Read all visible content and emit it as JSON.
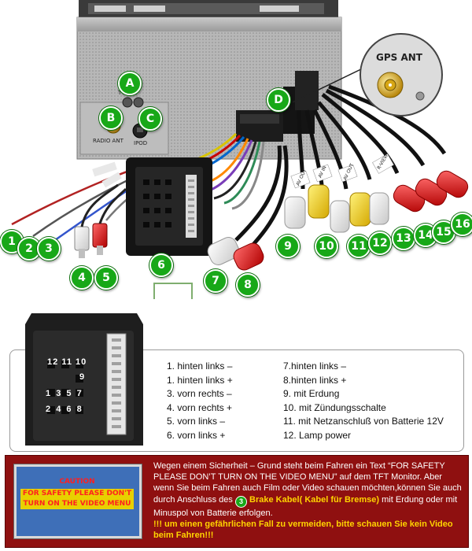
{
  "unit": {
    "gps_ant_label": "GPS ANT",
    "tv_ant_label": "TV ANT",
    "radio_ant_label": "RADIO ANT",
    "ipod_label": "IPOD",
    "cable_tags": [
      "AV OUT",
      "AV IN",
      "AV OUT",
      "R-VIEW"
    ]
  },
  "badges": {
    "A": "A",
    "B": "B",
    "C": "C",
    "D": "D",
    "n1": "1",
    "n2": "2",
    "n3": "3",
    "n4": "4",
    "n5": "5",
    "n6": "6",
    "n7": "7",
    "n8": "8",
    "n9": "9",
    "n10": "10",
    "n11": "11",
    "n12": "12",
    "n13": "13",
    "n14": "14",
    "n15": "15",
    "n16": "16"
  },
  "connector": {
    "numbers_row1": [
      "12",
      "11",
      "10"
    ],
    "numbers_row2": [
      "9"
    ],
    "numbers_row3": [
      "1",
      "3",
      "5",
      "7"
    ],
    "numbers_row4": [
      "2",
      "4",
      "6",
      "8"
    ]
  },
  "pinout_left": [
    "1. hinten links –",
    "1. hinten links +",
    "3. vorn rechts –",
    "4. vorn rechts +",
    "5. vorn links –",
    "6. vorn links +"
  ],
  "pinout_right": [
    "7.hinten links –",
    "8.hinten links +",
    "9. mit Erdung",
    "10. mit Zündungsschalte",
    "11. mit Netzanschluß von Batterie 12V",
    "12. Lamp power"
  ],
  "caution": {
    "title": "CAUTION",
    "line1": "FOR SAFETY PLEASE DON'T",
    "line2": "TURN ON THE VIDEO MENU"
  },
  "warning": {
    "part1": "Wegen einem Sicherheit – Grund steht beim Fahren ein Text “FOR SAFETY PLEASE DON’T TURN ON THE VIDEO MENU” auf dem TFT Monitor. Aber wenn Sie beim Fahren auch Film oder Video schauen möchten,können Sie auch durch Anschluss des",
    "badge": "3",
    "highlight": "Brake Kabel( Kabel für Bremse)",
    "part2": "mit Erdung oder mit Minuspol von Batterie erfolgen.",
    "alert": "!!! um einen gefährlichen Fall zu vermeiden, bitte schauen Sie kein Video beim Fahren!!!"
  }
}
